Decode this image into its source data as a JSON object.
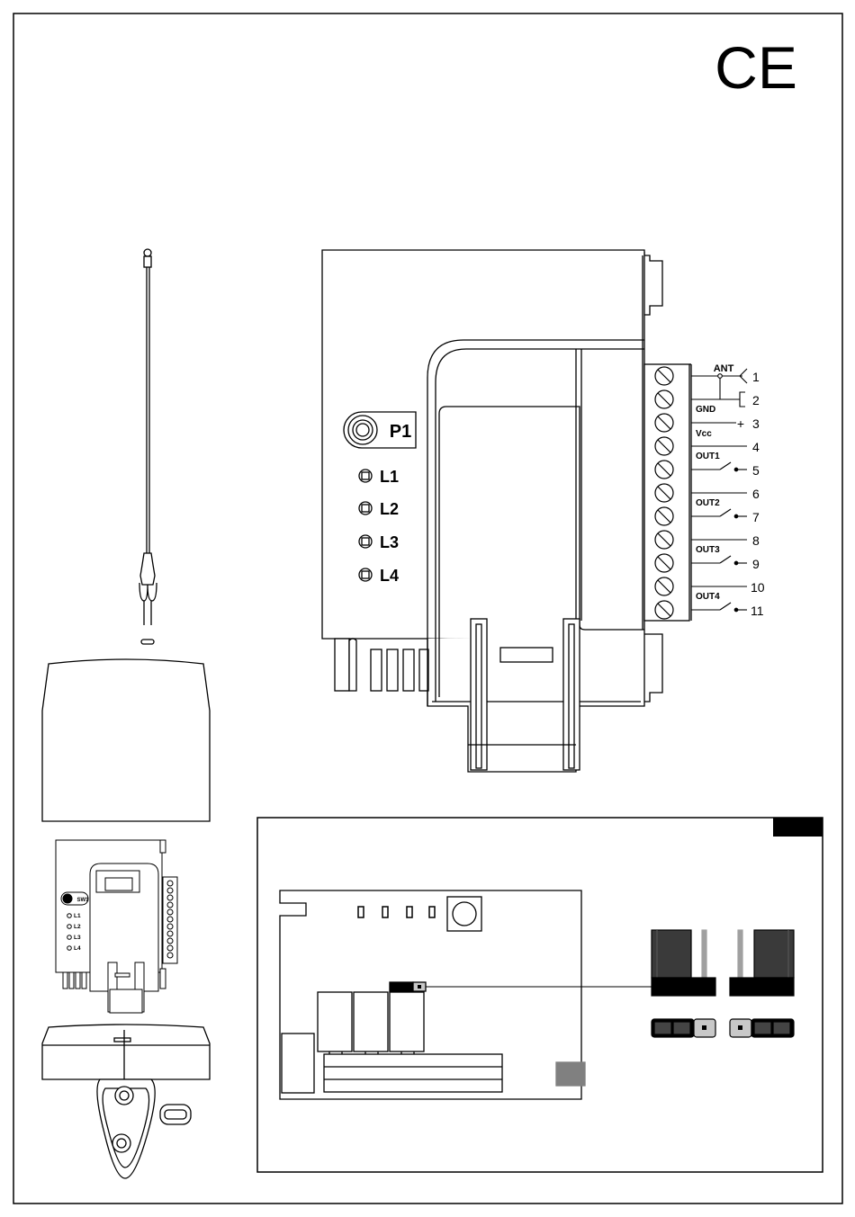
{
  "marks": {
    "ce": "CE"
  },
  "module": {
    "button_label": "P1",
    "leds": [
      "L1",
      "L2",
      "L3",
      "L4"
    ]
  },
  "mini_module": {
    "button_label": "SW1",
    "leds": [
      "L1",
      "L2",
      "L3",
      "L4"
    ]
  },
  "wiring": {
    "signals": [
      {
        "id": "ant",
        "label": "ANT",
        "pin": "1"
      },
      {
        "id": "gnd",
        "label": "GND",
        "pin": "2"
      },
      {
        "id": "vcc",
        "label": "Vcc",
        "pin": "3"
      },
      {
        "id": "out1",
        "label": "OUT1",
        "pins": [
          "4",
          "5"
        ]
      },
      {
        "id": "out2",
        "label": "OUT2",
        "pins": [
          "6",
          "7"
        ]
      },
      {
        "id": "out3",
        "label": "OUT3",
        "pins": [
          "8",
          "9"
        ]
      },
      {
        "id": "out4",
        "label": "OUT4",
        "pins": [
          "10",
          "11"
        ]
      }
    ],
    "vcc_symbol": "+"
  }
}
